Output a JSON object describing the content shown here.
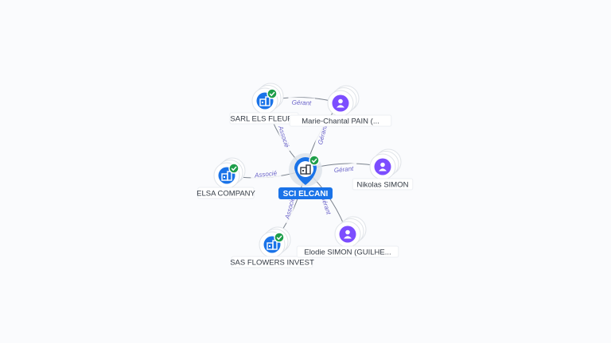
{
  "colors": {
    "company": "#1a73e8",
    "person": "#7c4dff",
    "check": "#1e9e4a",
    "center_bg": "#1a73e8",
    "edge": "#7a828d",
    "edge_label": "#6a63c9"
  },
  "center": {
    "label": "SCI ELCANI",
    "icon": "building-icon",
    "verified": true
  },
  "nodes": [
    {
      "id": "sarl",
      "label": "SARL ELS FLEURS",
      "kind": "company",
      "icon": "building-icon",
      "verified": true
    },
    {
      "id": "elsa",
      "label": "ELSA COMPANY",
      "kind": "company",
      "icon": "building-icon",
      "verified": true
    },
    {
      "id": "sas",
      "label": "SAS FLOWERS INVEST",
      "kind": "company",
      "icon": "building-icon",
      "verified": true
    },
    {
      "id": "marie",
      "label": "Marie-Chantal PAIN (...",
      "kind": "person",
      "icon": "person-icon",
      "verified": false
    },
    {
      "id": "nikolas",
      "label": "Nikolas SIMON",
      "kind": "person",
      "icon": "person-icon",
      "verified": false
    },
    {
      "id": "elodie",
      "label": "Elodie SIMON (GUILHE...",
      "kind": "person",
      "icon": "person-icon",
      "verified": false
    }
  ],
  "edges": [
    {
      "from": "sarl",
      "to": "center",
      "label": "Associé"
    },
    {
      "from": "elsa",
      "to": "center",
      "label": "Associé"
    },
    {
      "from": "sas",
      "to": "center",
      "label": "Associé"
    },
    {
      "from": "marie",
      "to": "sarl",
      "label": "Gérant"
    },
    {
      "from": "marie",
      "to": "center",
      "label": "Gérant"
    },
    {
      "from": "nikolas",
      "to": "center",
      "label": "Gérant"
    },
    {
      "from": "elodie",
      "to": "center",
      "label": "Gérant"
    }
  ]
}
